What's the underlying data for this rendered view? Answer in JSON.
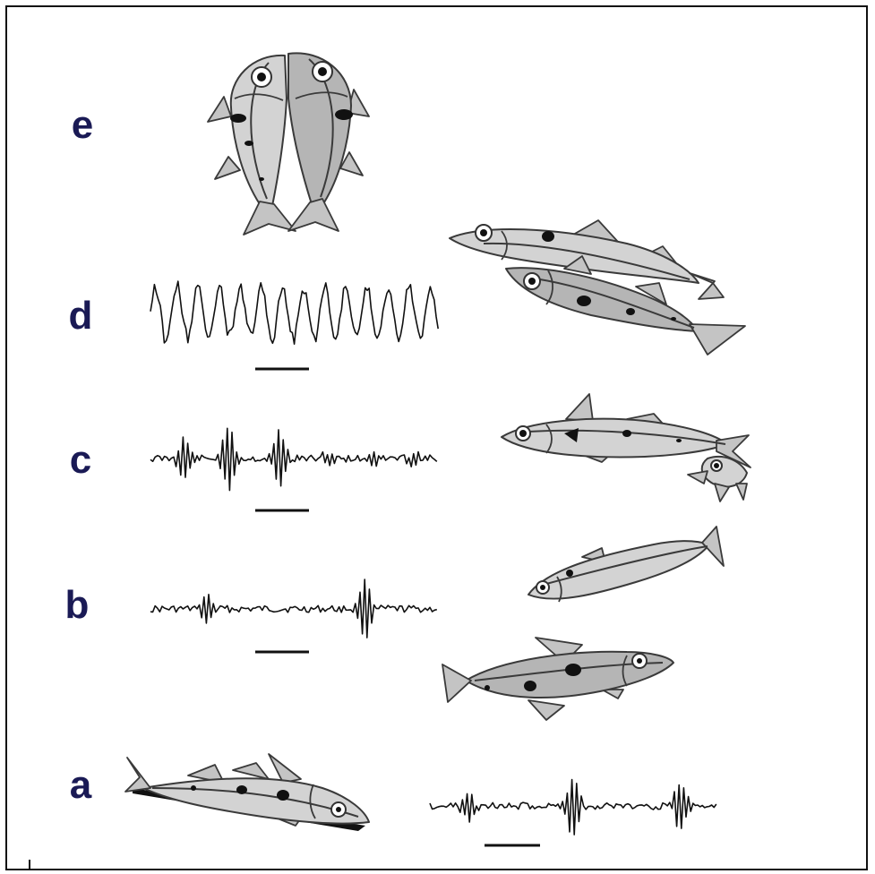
{
  "figure": {
    "panel_labels": [
      {
        "id": "e",
        "text": "e"
      },
      {
        "id": "d",
        "text": "d"
      },
      {
        "id": "c",
        "text": "c"
      },
      {
        "id": "b",
        "text": "b"
      },
      {
        "id": "a",
        "text": "a"
      }
    ],
    "traces": [
      {
        "panel": "d",
        "pattern": "continuous-dense"
      },
      {
        "panel": "c",
        "pattern": "regular-bursts"
      },
      {
        "panel": "b",
        "pattern": "two-bursts"
      },
      {
        "panel": "a",
        "pattern": "three-bursts"
      }
    ],
    "colors": {
      "label": "#1a1a55",
      "fish_fill": "#d3d3d3",
      "outline": "#3a3a3a",
      "spot": "#111111",
      "trace": "#111111"
    }
  }
}
